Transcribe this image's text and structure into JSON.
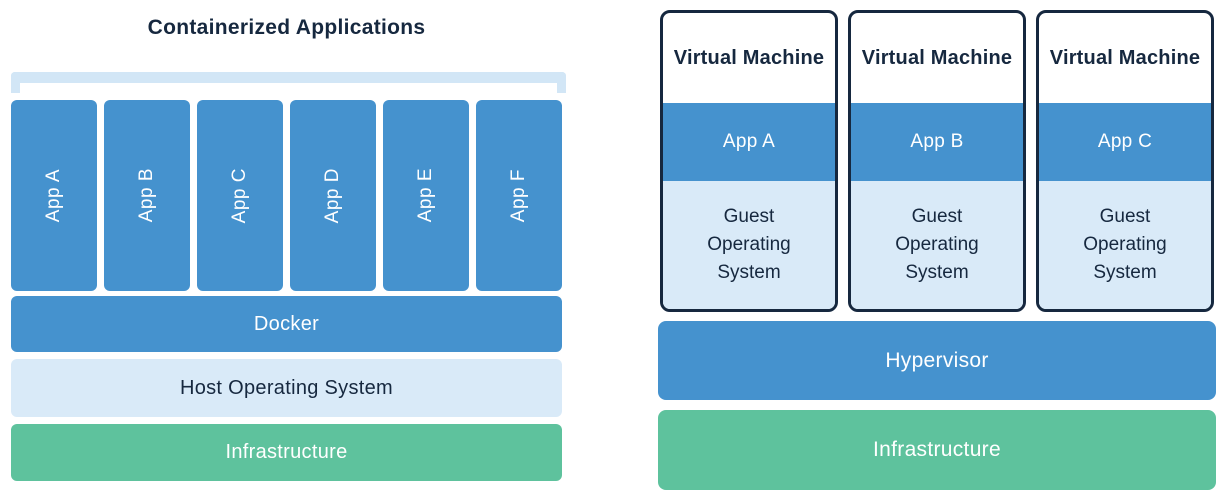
{
  "palette": {
    "blue": "#4592CE",
    "light_blue": "#D9EAF8",
    "bracket_blue": "#D2E6F6",
    "green": "#5EC29D",
    "navy": "#16283F"
  },
  "left_panel": {
    "title": "Containerized Applications",
    "apps": [
      "App A",
      "App B",
      "App C",
      "App D",
      "App E",
      "App F"
    ],
    "layers": [
      {
        "label": "Docker"
      },
      {
        "label": "Host Operating System"
      },
      {
        "label": "Infrastructure"
      }
    ]
  },
  "right_panel": {
    "vms": [
      {
        "title": "Virtual Machine",
        "app": "App A",
        "os": "Guest\nOperating\nSystem"
      },
      {
        "title": "Virtual Machine",
        "app": "App B",
        "os": "Guest\nOperating\nSystem"
      },
      {
        "title": "Virtual Machine",
        "app": "App C",
        "os": "Guest\nOperating\nSystem"
      }
    ],
    "layers": [
      {
        "label": "Hypervisor"
      },
      {
        "label": "Infrastructure"
      }
    ]
  }
}
